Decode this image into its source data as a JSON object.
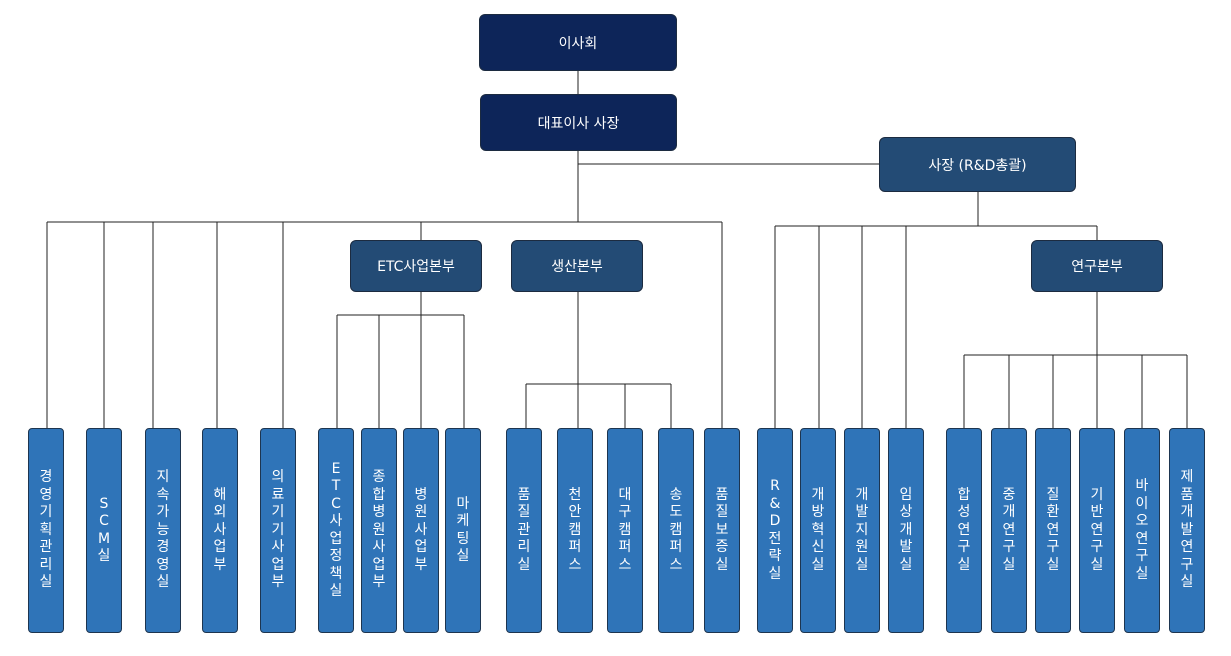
{
  "chart": {
    "board": "이사회",
    "ceo": "대표이사 사장",
    "rnd_president": "사장 (R&D총괄)",
    "etc_hq": "ETC사업본부",
    "production_hq": "생산본부",
    "research_hq": "연구본부",
    "ceo_direct": [
      "경영기획관리실",
      "SCM실",
      "지속가능경영실",
      "해외사업부",
      "의료기기사업부"
    ],
    "etc_units": [
      "ETC사업정책실",
      "종합병원사업부",
      "병원사업부",
      "마케팅실"
    ],
    "production_units": [
      "품질관리실",
      "천안캠퍼스",
      "대구캠퍼스",
      "송도캠퍼스"
    ],
    "quality_assurance": "품질보증실",
    "rnd_direct": [
      "R&D전략실",
      "개방혁신실",
      "개발지원실",
      "임상개발실"
    ],
    "research_units": [
      "합성연구실",
      "중개연구실",
      "질환연구실",
      "기반연구실",
      "바이오연구실",
      "제품개발연구실"
    ]
  }
}
